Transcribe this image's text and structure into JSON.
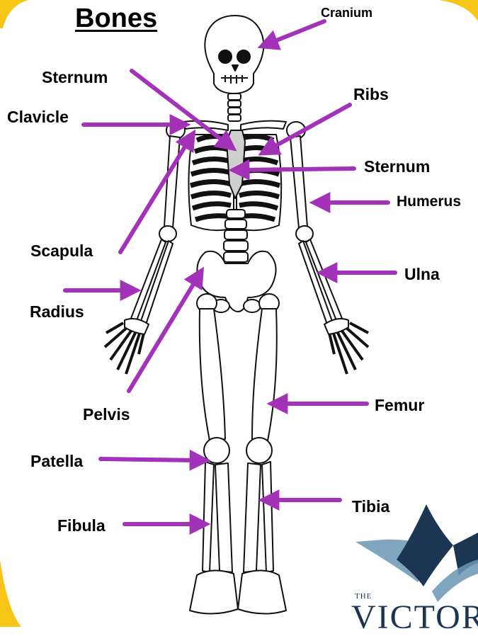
{
  "title": "Bones",
  "labels": {
    "cranium": "Cranium",
    "sternum_top": "Sternum",
    "ribs": "Ribs",
    "clavicle": "Clavicle",
    "sternum_right": "Sternum",
    "humerus": "Humerus",
    "scapula": "Scapula",
    "ulna": "Ulna",
    "radius": "Radius",
    "femur": "Femur",
    "pelvis": "Pelvis",
    "patella": "Patella",
    "tibia": "Tibia",
    "fibula": "Fibula"
  },
  "logo": {
    "the": "THE",
    "word": "VICTOR"
  },
  "colors": {
    "arrow": "#a232b8",
    "frame": "#f5c518",
    "logo_dark": "#1b3553",
    "logo_light": "#6a96b4"
  }
}
